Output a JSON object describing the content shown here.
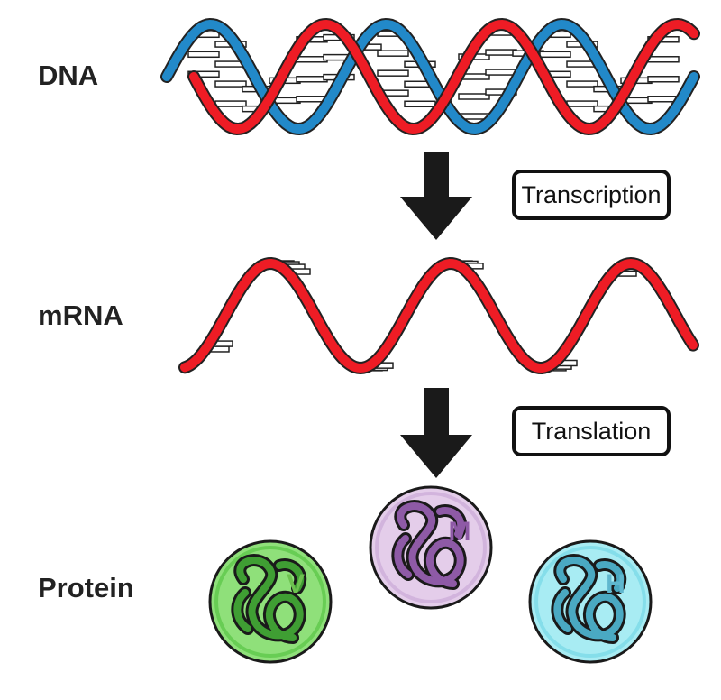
{
  "stages": {
    "dna": "DNA",
    "mrna": "mRNA",
    "protein": "Protein"
  },
  "steps": {
    "transcription": "Transcription",
    "translation": "Translation"
  },
  "proteins": [
    {
      "letter": "V",
      "fill": "#8fe07a",
      "ring": "#4fbf3a",
      "knot": "#3f9e33",
      "letter_color": "#6dc24f"
    },
    {
      "letter": "M",
      "fill": "#e4cdea",
      "ring": "#c7a4d3",
      "knot": "#8e5aa6",
      "letter_color": "#8e5aa6"
    },
    {
      "letter": "H",
      "fill": "#a8ecf3",
      "ring": "#6ed6e4",
      "knot": "#4aa9c2",
      "letter_color": "#5fb7cf"
    }
  ],
  "colors": {
    "strand_red": "#ee1c25",
    "strand_red_dark": "#b01519",
    "strand_blue": "#2289c9",
    "arrow": "#1a1a1a"
  }
}
